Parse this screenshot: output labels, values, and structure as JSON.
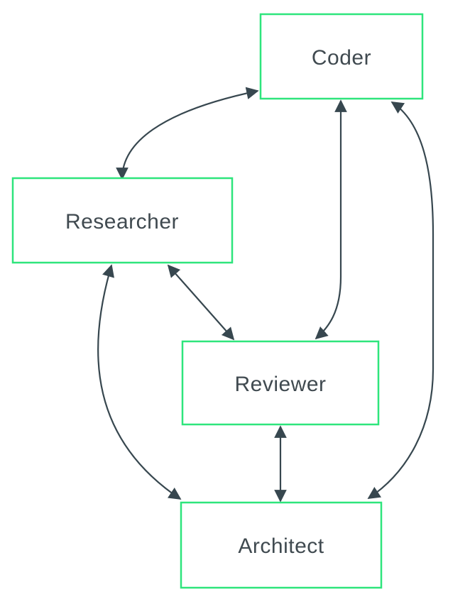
{
  "diagram": {
    "type": "agent-graph",
    "nodes": [
      {
        "id": "coder",
        "label": "Coder"
      },
      {
        "id": "researcher",
        "label": "Researcher"
      },
      {
        "id": "reviewer",
        "label": "Reviewer"
      },
      {
        "id": "architect",
        "label": "Architect"
      }
    ],
    "edges": [
      {
        "from": "researcher",
        "to": "coder",
        "bidirectional": true
      },
      {
        "from": "researcher",
        "to": "reviewer",
        "bidirectional": true
      },
      {
        "from": "researcher",
        "to": "architect",
        "bidirectional": true
      },
      {
        "from": "coder",
        "to": "reviewer",
        "bidirectional": true
      },
      {
        "from": "coder",
        "to": "architect",
        "bidirectional": true
      },
      {
        "from": "reviewer",
        "to": "architect",
        "bidirectional": true
      }
    ]
  },
  "colors": {
    "background": "#ffffff",
    "node-fill": "#ffffff",
    "node-border": "#2ee57c",
    "edge": "#37474f",
    "label": "#404a50"
  }
}
